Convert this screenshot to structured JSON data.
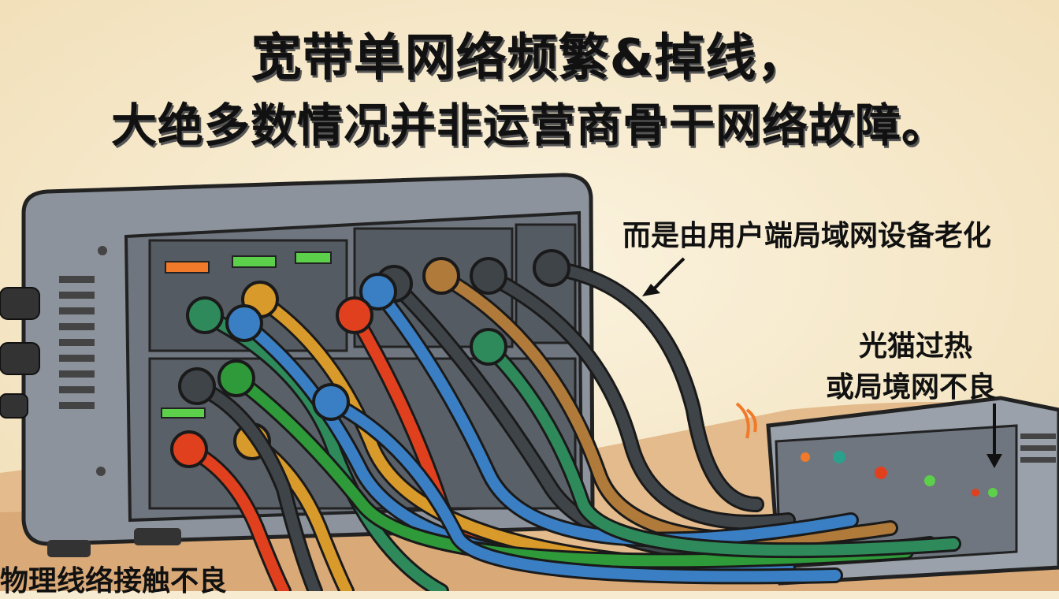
{
  "title": {
    "line1": "宽带单网络频繁&掉线，",
    "line2": "大绝多数情况并非运营商骨干网络故障。"
  },
  "callouts": {
    "lan_devices": "而是由用户端局域网设备老化",
    "modem_line1": "光猫过热",
    "modem_line2": "或局境网不良",
    "physical": "物理线络接触不良"
  },
  "colors": {
    "background": "#f7ecd2",
    "floor": "#e2b98a",
    "device": "#8c939c",
    "text": "#111111"
  }
}
